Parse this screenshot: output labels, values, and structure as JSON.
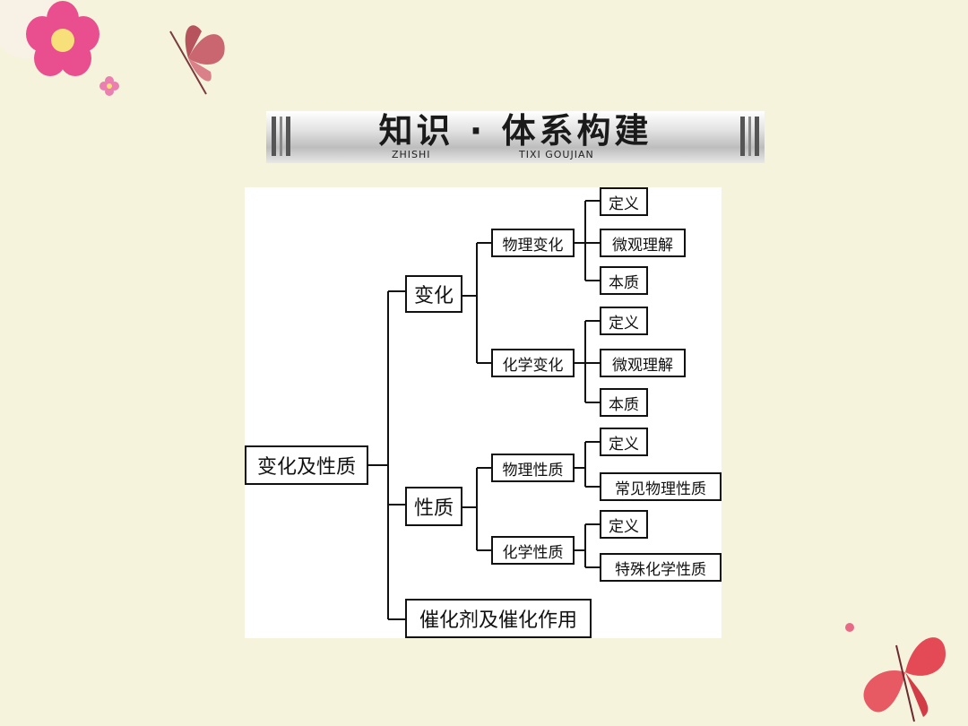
{
  "banner": {
    "title": "知识 · 体系构建",
    "sub_left": "ZHISHI",
    "sub_right": "TIXI GOUJIAN"
  },
  "diagram": {
    "root": "变化及性质",
    "branch_change": "变化",
    "branch_property": "性质",
    "branch_catalyst": "催化剂及催化作用",
    "physical_change": "物理变化",
    "chemical_change": "化学变化",
    "physical_property": "物理性质",
    "chemical_property": "化学性质",
    "pc_definition": "定义",
    "pc_micro": "微观理解",
    "pc_essence": "本质",
    "cc_definition": "定义",
    "cc_micro": "微观理解",
    "cc_essence": "本质",
    "pp_definition": "定义",
    "pp_common": "常见物理性质",
    "cp_definition": "定义",
    "cp_special": "特殊化学性质"
  }
}
